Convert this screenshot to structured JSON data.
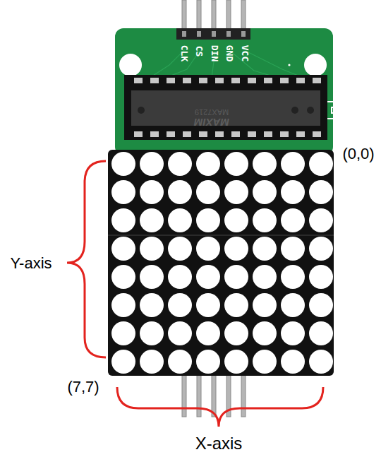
{
  "diagram": {
    "labels": [
      "CLK",
      "CS",
      "DIN",
      "GND",
      "VCC",
      "MAX7219",
      "MAXIM",
      "(0,0)",
      "Y-axis",
      "(7,7)",
      "X-axis"
    ]
  }
}
